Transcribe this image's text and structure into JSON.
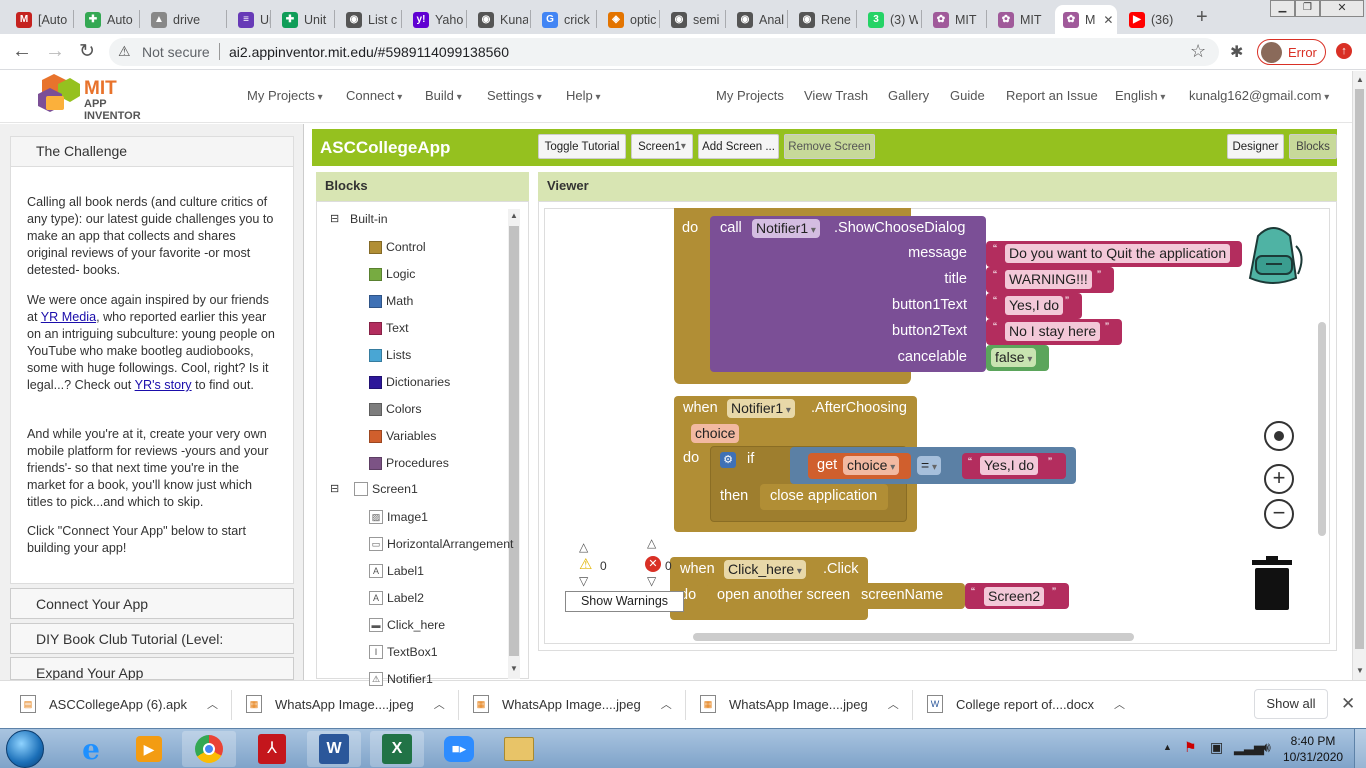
{
  "browser": {
    "tabs": [
      {
        "label": "[Auto",
        "fav": "M",
        "color": "#c5221f"
      },
      {
        "label": "Auto",
        "fav": "✚",
        "color": "#34a853"
      },
      {
        "label": "drive",
        "fav": "▲",
        "color": "#888888"
      },
      {
        "label": "Unit-",
        "fav": "≡",
        "color": "#673ab7"
      },
      {
        "label": "Unit",
        "fav": "✚",
        "color": "#0f9d58"
      },
      {
        "label": "List c",
        "fav": "◉",
        "color": "#555555"
      },
      {
        "label": "Yaho",
        "fav": "y!",
        "color": "#6001d2"
      },
      {
        "label": "Kuna",
        "fav": "◉",
        "color": "#555555"
      },
      {
        "label": "crick",
        "fav": "G",
        "color": "#4285f4"
      },
      {
        "label": "optic",
        "fav": "◈",
        "color": "#e37400"
      },
      {
        "label": "semi",
        "fav": "◉",
        "color": "#555555"
      },
      {
        "label": "Anal",
        "fav": "◉",
        "color": "#555555"
      },
      {
        "label": "Rene",
        "fav": "◉",
        "color": "#555555"
      },
      {
        "label": "(3) W",
        "fav": "3",
        "color": "#25d366"
      },
      {
        "label": "MIT",
        "fav": "✿",
        "color": "#a05a9a"
      },
      {
        "label": "MIT",
        "fav": "✿",
        "color": "#a05a9a"
      },
      {
        "label": "M",
        "fav": "✿",
        "color": "#a05a9a"
      },
      {
        "label": "(36)",
        "fav": "▶",
        "color": "#ff0000"
      }
    ],
    "url_prefix": "Not secure",
    "url": "ai2.appinventor.mit.edu/#5989114099138560",
    "error_label": "Error"
  },
  "header": {
    "logo_top": "MIT",
    "logo_bottom": "APP INVENTOR",
    "menus": [
      "My Projects",
      "Connect",
      "Build",
      "Settings",
      "Help"
    ],
    "right_links": [
      "My Projects",
      "View Trash",
      "Gallery",
      "Guide",
      "Report an Issue",
      "English",
      "kunalg162@gmail.com"
    ]
  },
  "sidebar": {
    "title": "The Challenge",
    "para1": "Calling all book nerds (and culture critics of any type): our latest guide challenges you to make an app that collects and shares original reviews of your favorite -or most detested- books.",
    "para2_a": "We were once again inspired by our friends at ",
    "para2_link1": "YR Media",
    "para2_b": ", who reported earlier this year on an intriguing subculture: young people on YouTube who make bootleg audiobooks, some with huge followings. Cool, right? Is it legal...? Check out ",
    "para2_link2": "YR's story",
    "para2_c": " to find out.",
    "para3": "And while you're at it, create your very own mobile platform for reviews -yours and your friends'- so that next time you're in the market for a book, you'll know just which titles to pick...and which to skip.",
    "para4": "Click \"Connect Your App\" below to start building your app!",
    "sections": [
      "Connect Your App",
      "DIY Book Club Tutorial (Level: Advanced)",
      "Expand Your App"
    ]
  },
  "toolbar": {
    "project_name": "ASCCollegeApp",
    "toggle_tutorial": "Toggle Tutorial",
    "screen_select": "Screen1",
    "add_screen": "Add Screen ...",
    "remove_screen": "Remove Screen",
    "designer": "Designer",
    "blocks": "Blocks"
  },
  "blocks_panel": {
    "title": "Blocks",
    "builtin": "Built-in",
    "builtin_items": [
      {
        "label": "Control",
        "color": "#b18e35"
      },
      {
        "label": "Logic",
        "color": "#77ab41"
      },
      {
        "label": "Math",
        "color": "#3f71b5"
      },
      {
        "label": "Text",
        "color": "#b32d5e"
      },
      {
        "label": "Lists",
        "color": "#49a6d4"
      },
      {
        "label": "Dictionaries",
        "color": "#2d1799"
      },
      {
        "label": "Colors",
        "color": "#7d7d7d"
      },
      {
        "label": "Variables",
        "color": "#d05f2d"
      },
      {
        "label": "Procedures",
        "color": "#7c5385"
      }
    ],
    "screen": "Screen1",
    "components": [
      {
        "label": "Image1",
        "icon": "▨"
      },
      {
        "label": "HorizontalArrangement",
        "icon": "▭"
      },
      {
        "label": "Label1",
        "icon": "A"
      },
      {
        "label": "Label2",
        "icon": "A"
      },
      {
        "label": "Click_here",
        "icon": "▬"
      },
      {
        "label": "TextBox1",
        "icon": "I"
      },
      {
        "label": "Notifier1",
        "icon": "⚠"
      }
    ]
  },
  "viewer": {
    "title": "Viewer",
    "block1": {
      "do": "do",
      "call": "call",
      "component": "Notifier1",
      "method": ".ShowChooseDialog",
      "args": [
        {
          "name": "message",
          "value": "Do you want to Quit the application"
        },
        {
          "name": "title",
          "value": "WARNING!!!"
        },
        {
          "name": "button1Text",
          "value": "Yes,I do"
        },
        {
          "name": "button2Text",
          "value": "No I stay here"
        },
        {
          "name": "cancelable",
          "value": "false"
        }
      ]
    },
    "block2": {
      "when": "when",
      "component": "Notifier1",
      "event": ".AfterChoosing",
      "param": "choice",
      "do": "do",
      "if": "if",
      "get": "get",
      "var": "choice",
      "op": "=",
      "compare": "Yes,I do",
      "then": "then",
      "action": "close application"
    },
    "block3": {
      "when": "when",
      "component": "Click_here",
      "event": ".Click",
      "do": "do",
      "action": "open another screen",
      "arg_name": "screenName",
      "arg_value": "Screen2"
    },
    "warnings_count": "0",
    "errors_count": "0",
    "show_warnings": "Show Warnings"
  },
  "downloads": {
    "items": [
      "ASCCollegeApp (6).apk",
      "WhatsApp Image....jpeg",
      "WhatsApp Image....jpeg",
      "WhatsApp Image....jpeg",
      "College report of....docx"
    ],
    "show_all": "Show all"
  },
  "taskbar": {
    "time": "8:40 PM",
    "date": "10/31/2020"
  }
}
